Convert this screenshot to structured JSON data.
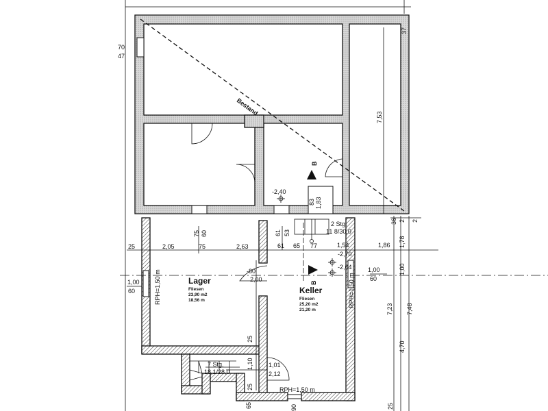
{
  "plan": {
    "existing_label": "Bestand",
    "section_marker": "B",
    "rooms": [
      {
        "name": "Lager",
        "floor": "Fliesen",
        "area": "23,90 m2",
        "perimeter": "18,56  m"
      },
      {
        "name": "Keller",
        "floor": "Fliesen",
        "area": "25,20 m2",
        "perimeter": "21,20  m"
      }
    ],
    "stairs": [
      {
        "steps": "2 Stg.",
        "ratio": "11 8/30,0"
      },
      {
        "steps": "7 Stg.",
        "ratio": "18,1/28,0"
      }
    ],
    "room_heights": [
      "RPH=1,50 m",
      "RPH=1,50 m",
      "RPH=1,50 m"
    ],
    "levels": [
      "-2,40",
      "-2,70",
      "-2,64"
    ],
    "dims": [
      "70",
      "47",
      "37",
      "7,53",
      "83",
      "1,83",
      "36",
      "2",
      "2",
      "75",
      "60",
      "61",
      "53",
      "25",
      "2,05",
      "75",
      "2,63",
      "61",
      "65",
      "77",
      "1,54",
      "1,86",
      "1,78",
      "-80",
      "2,00",
      "1,00",
      "60",
      "1,00",
      "60",
      "1,00",
      "7,23",
      "7,48",
      "4,70",
      "25",
      "1,10",
      "1,01",
      "2,12",
      "25",
      "65",
      "90",
      "25"
    ]
  }
}
